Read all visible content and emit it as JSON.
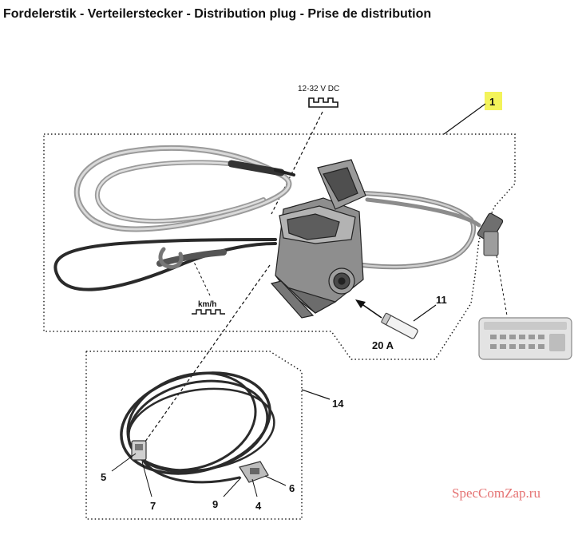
{
  "title": "Fordelerstik - Verteilerstecker - Distribution plug - Prise de distribution",
  "labels": {
    "voltage": "12-32 V DC",
    "speed": "km/h",
    "fuse_rating": "20 A",
    "part_1": "1",
    "part_11": "11",
    "part_14": "14",
    "part_5": "5",
    "part_7": "7",
    "part_9": "9",
    "part_4": "4",
    "part_6": "6"
  },
  "watermark": "SpecComZap.ru",
  "colors": {
    "highlight": "#f3f35a",
    "watermark": "#e57373"
  }
}
